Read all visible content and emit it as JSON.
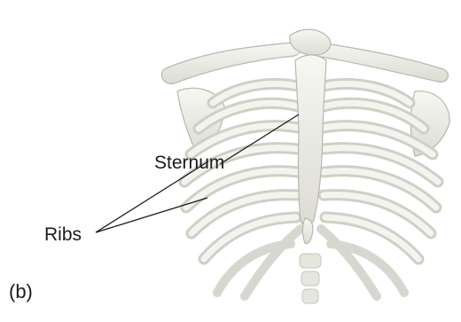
{
  "figure": {
    "panel_label": "(b)",
    "labels": {
      "sternum": "Sternum",
      "ribs": "Ribs"
    },
    "colors": {
      "bone_fill": "#efefea",
      "bone_shadow": "#cfcfc6",
      "bone_outline": "#b7b7ad",
      "leader_line": "#1a1a1a",
      "text": "#1a1a1a"
    }
  }
}
